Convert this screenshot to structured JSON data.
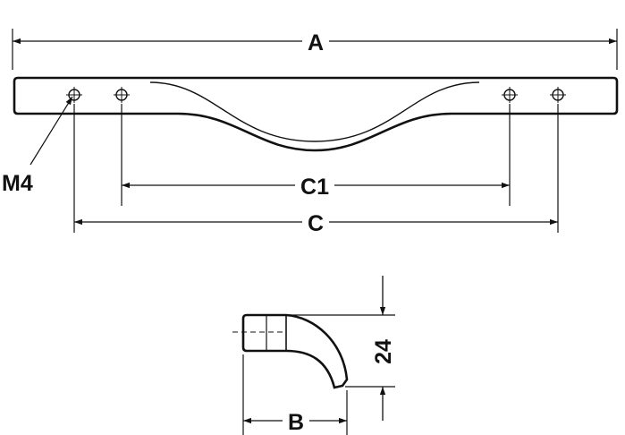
{
  "labels": {
    "overall_length": "A",
    "thread": "M4",
    "hole_spacing_inner": "C1",
    "hole_spacing_outer": "C",
    "height": "24",
    "depth": "B"
  },
  "colors": {
    "line": "#111111",
    "background": "#ffffff"
  }
}
